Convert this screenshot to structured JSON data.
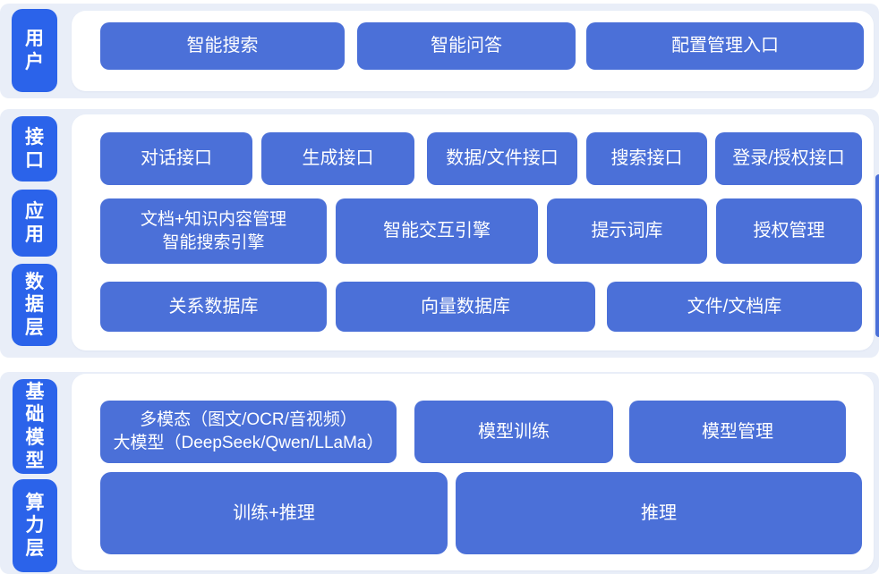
{
  "diagram_title": "AI platform architecture diagram",
  "colors": {
    "layer_badge_blue": "#2b63ea",
    "block_blue": "#4b70d8",
    "section_background": "#e9eef8",
    "panel_background": "#ffffff",
    "text_white": "#ffffff"
  },
  "badges": {
    "user": "用户",
    "interface": "接口",
    "application": "应用",
    "data": "数据层",
    "model": "基础模型",
    "compute": "算力层"
  },
  "rows": {
    "user": [
      "智能搜索",
      "智能问答",
      "配置管理入口"
    ],
    "interface": [
      "对话接口",
      "生成接口",
      "数据/文件接口",
      "搜索接口",
      "登录/授权接口"
    ],
    "application": [
      "文档+知识内容管理\n智能搜索引擎",
      "智能交互引擎",
      "提示词库",
      "授权管理"
    ],
    "data": [
      "关系数据库",
      "向量数据库",
      "文件/文档库"
    ],
    "model": [
      "多模态（图文/OCR/音视频）\n大模型（DeepSeek/Qwen/LLaMa）",
      "模型训练",
      "模型管理"
    ],
    "compute": [
      "训练+推理",
      "推理"
    ]
  }
}
